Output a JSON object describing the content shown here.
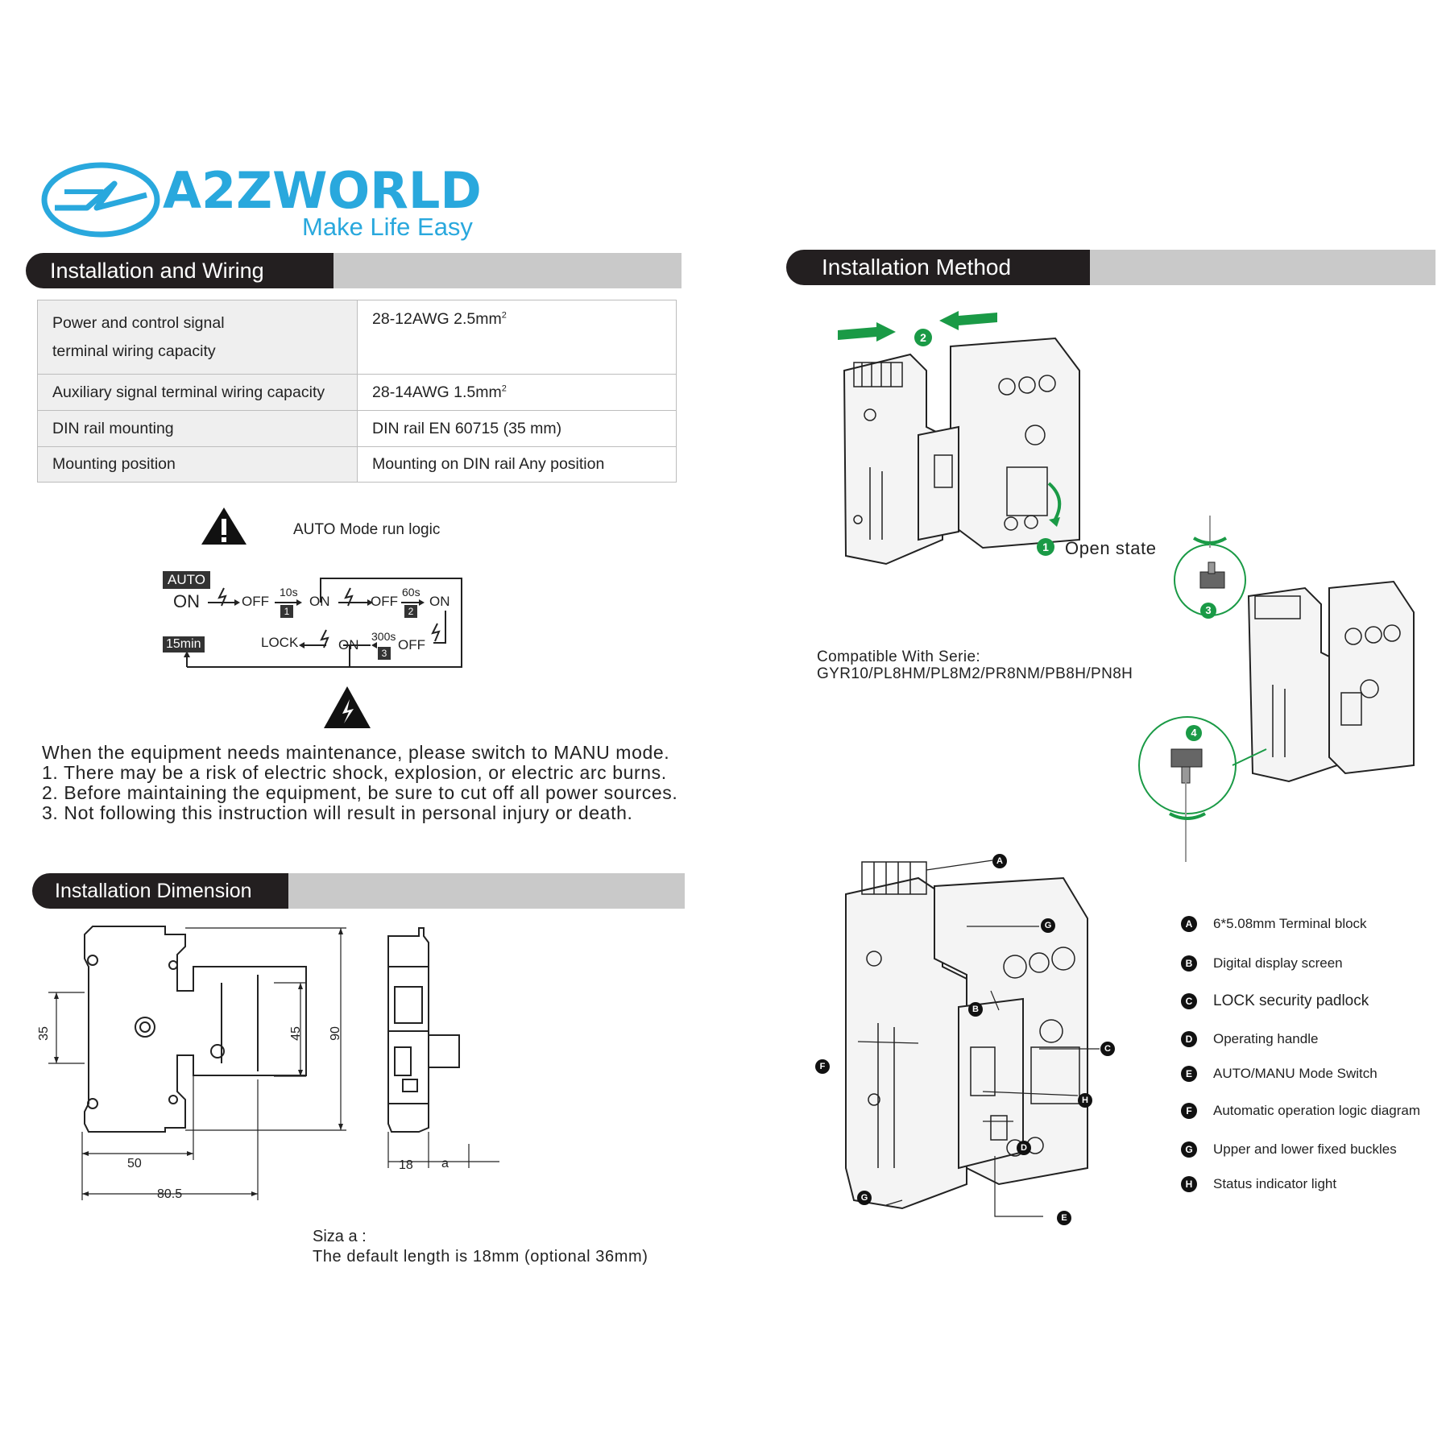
{
  "brand": {
    "name": "A2ZWORLD",
    "tagline": "Make Life Easy"
  },
  "sections": {
    "installation_wiring": "Installation and Wiring",
    "installation_method": "Installation Method",
    "installation_dimension": "Installation Dimension"
  },
  "spec_table": [
    {
      "key_line1": "Power and control signal",
      "key_line2": "terminal wiring capacity",
      "value": "28-12AWG 2.5mm",
      "sup": "2"
    },
    {
      "key_line1": "Auxiliary signal terminal wiring capacity",
      "key_line2": "",
      "value": "28-14AWG 1.5mm",
      "sup": "2"
    },
    {
      "key_line1": "DIN rail mounting",
      "key_line2": "",
      "value": "DIN rail EN 60715 (35 mm)",
      "sup": ""
    },
    {
      "key_line1": "Mounting position",
      "key_line2": "",
      "value": "Mounting on DIN rail Any position",
      "sup": ""
    }
  ],
  "auto_logic": {
    "title": "AUTO Mode run logic",
    "auto": "AUTO",
    "on1": "ON",
    "off1": "OFF",
    "t10": "10s",
    "step1": "1",
    "on2": "ON",
    "off2": "OFF",
    "t60": "60s",
    "step2": "2",
    "on3": "ON",
    "t15": "15min",
    "lock": "LOCK",
    "on4": "ON",
    "t300": "300s",
    "step3": "3",
    "off3": "OFF"
  },
  "maintenance": {
    "line0": "When the equipment needs maintenance, please switch to MANU mode.",
    "line1": "1. There may be a risk of electric shock, explosion, or electric arc burns.",
    "line2": "2. Before maintaining the equipment, be sure to cut off all power sources.",
    "line3": "3. Not following this instruction will result in personal injury or death."
  },
  "dimensions": {
    "d35": "35",
    "d45": "45",
    "d90": "90",
    "d50": "50",
    "d80_5": "80.5",
    "d18": "18",
    "da": "a",
    "note_title": "Siza a :",
    "note_body": "The default length is 18mm (optional 36mm)"
  },
  "method": {
    "step2": "2",
    "step1": "1",
    "open_state": "Open state",
    "step3": "3",
    "step4": "4",
    "compat_title": "Compatible With Serie:",
    "compat_models": "GYR10/PL8HM/PL8M2/PR8NM/PB8H/PN8H"
  },
  "legend": [
    {
      "id": "A",
      "label": "6*5.08mm Terminal block"
    },
    {
      "id": "B",
      "label": "Digital display screen"
    },
    {
      "id": "C",
      "label": "LOCK security padlock"
    },
    {
      "id": "D",
      "label": "Operating handle"
    },
    {
      "id": "E",
      "label": "AUTO/MANU Mode Switch"
    },
    {
      "id": "F",
      "label": "Automatic operation logic diagram"
    },
    {
      "id": "G",
      "label": "Upper and lower fixed buckles"
    },
    {
      "id": "H",
      "label": "Status indicator light"
    }
  ],
  "colors": {
    "brand_blue": "#29a8dd",
    "header_dark": "#231f20",
    "header_gray": "#c9c9c9",
    "accent_green": "#1a9a46"
  }
}
